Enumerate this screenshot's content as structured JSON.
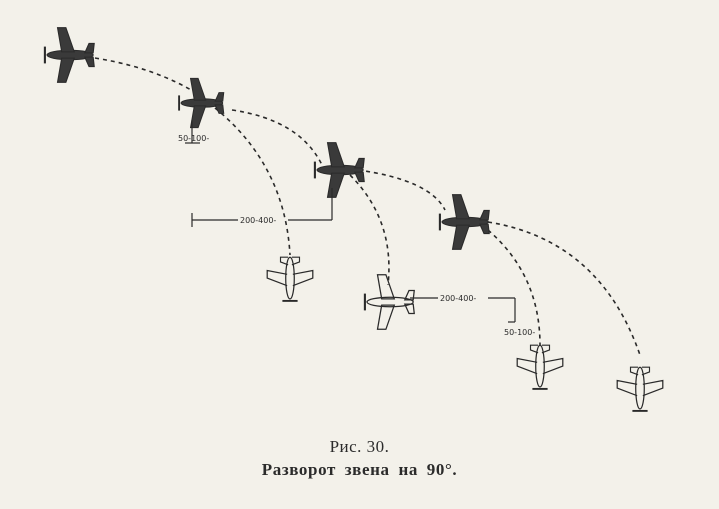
{
  "figure": {
    "label": "Рис. 30.",
    "title": "Разворот звена на 90°."
  },
  "dimensions": {
    "lateral_left": "200-400-",
    "lateral_right": "200-400-",
    "vertical_left": "50-100-",
    "vertical_right": "50-100-"
  },
  "colors": {
    "ink": "#2a2a2a",
    "paper": "#f3f1ea"
  }
}
